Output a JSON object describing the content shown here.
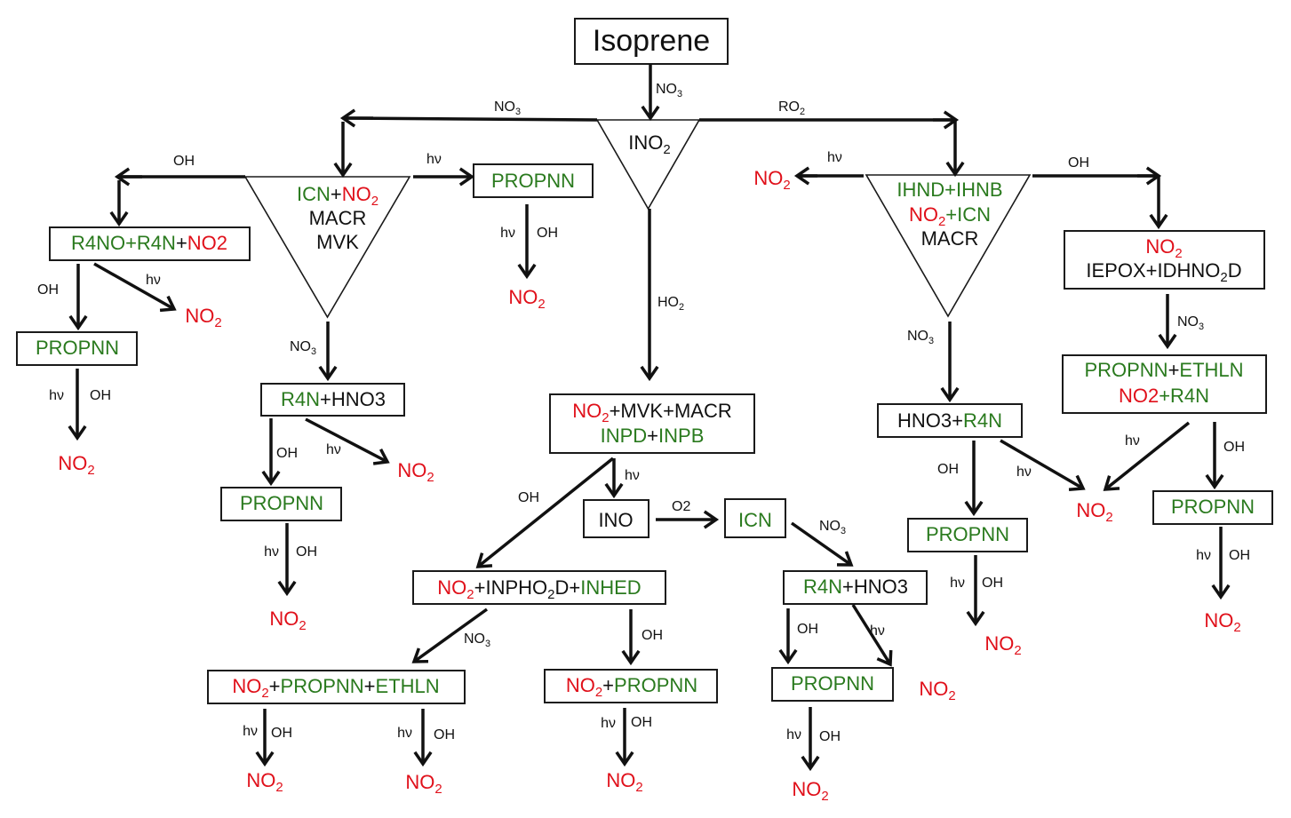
{
  "colors": {
    "black": "#111111",
    "green": "#2a7a1e",
    "red": "#e0101a"
  },
  "title": "Isoprene",
  "nodes": {
    "isoprene": [
      {
        "text": "Isoprene",
        "color": "black"
      }
    ],
    "ino2": [
      [
        {
          "text": "INO",
          "color": "black"
        },
        {
          "text": "2",
          "color": "black",
          "sub": true
        }
      ]
    ],
    "tri_left": [
      [
        {
          "text": "ICN",
          "color": "green"
        },
        {
          "text": "+",
          "color": "black"
        },
        {
          "text": "NO",
          "color": "red"
        },
        {
          "text": "2",
          "color": "red",
          "sub": true
        }
      ],
      [
        {
          "text": "MACR",
          "color": "black"
        }
      ],
      [
        {
          "text": "MVK",
          "color": "black"
        }
      ]
    ],
    "tri_right": [
      [
        {
          "text": "IHND+IHNB",
          "color": "green"
        }
      ],
      [
        {
          "text": "NO",
          "color": "red"
        },
        {
          "text": "2",
          "color": "red",
          "sub": true
        },
        {
          "text": "+ICN",
          "color": "green"
        }
      ],
      [
        {
          "text": "MACR",
          "color": "black"
        }
      ]
    ],
    "r4no_box": [
      [
        {
          "text": "R4NO+R4N",
          "color": "green"
        },
        {
          "text": "+",
          "color": "black"
        },
        {
          "text": "NO2",
          "color": "red"
        }
      ]
    ],
    "propnn_top": [
      [
        {
          "text": "PROPNN",
          "color": "green"
        }
      ]
    ],
    "propnn_left": [
      [
        {
          "text": "PROPNN",
          "color": "green"
        }
      ]
    ],
    "r4n_hno3_left": [
      [
        {
          "text": "R4N",
          "color": "green"
        },
        {
          "text": "+HNO3",
          "color": "black"
        }
      ]
    ],
    "propnn_left2": [
      [
        {
          "text": "PROPNN",
          "color": "green"
        }
      ]
    ],
    "center_box": [
      [
        {
          "text": "NO",
          "color": "red"
        },
        {
          "text": "2",
          "color": "red",
          "sub": true
        },
        {
          "text": "+MVK+MACR",
          "color": "black"
        }
      ],
      [
        {
          "text": "INPD",
          "color": "green"
        },
        {
          "text": "+",
          "color": "black"
        },
        {
          "text": "INPB",
          "color": "green"
        }
      ]
    ],
    "ino": [
      [
        {
          "text": "INO",
          "color": "black"
        }
      ]
    ],
    "icn": [
      [
        {
          "text": "ICN",
          "color": "green"
        }
      ]
    ],
    "inpho2d_box": [
      [
        {
          "text": "NO",
          "color": "red"
        },
        {
          "text": "2",
          "color": "red",
          "sub": true
        },
        {
          "text": "+INPHO",
          "color": "black"
        },
        {
          "text": "2",
          "color": "black",
          "sub": true
        },
        {
          "text": "D+",
          "color": "black"
        },
        {
          "text": "INHED",
          "color": "green"
        }
      ]
    ],
    "r4n_hno3_mid": [
      [
        {
          "text": "R4N",
          "color": "green"
        },
        {
          "text": "+HNO3",
          "color": "black"
        }
      ]
    ],
    "no2_propnn_ethln": [
      [
        {
          "text": "NO",
          "color": "red"
        },
        {
          "text": "2",
          "color": "red",
          "sub": true
        },
        {
          "text": "+",
          "color": "black"
        },
        {
          "text": "PROPNN",
          "color": "green"
        },
        {
          "text": "+",
          "color": "black"
        },
        {
          "text": "ETHLN",
          "color": "green"
        }
      ]
    ],
    "no2_propnn": [
      [
        {
          "text": "NO",
          "color": "red"
        },
        {
          "text": "2",
          "color": "red",
          "sub": true
        },
        {
          "text": "+",
          "color": "black"
        },
        {
          "text": "PROPNN",
          "color": "green"
        }
      ]
    ],
    "propnn_mid": [
      [
        {
          "text": "PROPNN",
          "color": "green"
        }
      ]
    ],
    "iepox_box": [
      [
        {
          "text": "NO",
          "color": "red"
        },
        {
          "text": "2",
          "color": "red",
          "sub": true
        }
      ],
      [
        {
          "text": "IEPOX+IDHNO",
          "color": "black"
        },
        {
          "text": "2",
          "color": "black",
          "sub": true
        },
        {
          "text": "D",
          "color": "black"
        }
      ]
    ],
    "hno3_r4n": [
      [
        {
          "text": "HNO3+",
          "color": "black"
        },
        {
          "text": "R4N",
          "color": "green"
        }
      ]
    ],
    "propnn_ethln_box": [
      [
        {
          "text": "PROPNN",
          "color": "green"
        },
        {
          "text": "+",
          "color": "black"
        },
        {
          "text": "ETHLN",
          "color": "green"
        }
      ],
      [
        {
          "text": "NO2",
          "color": "red"
        },
        {
          "text": "+R4N",
          "color": "green"
        }
      ]
    ],
    "propnn_r1": [
      [
        {
          "text": "PROPNN",
          "color": "green"
        }
      ]
    ],
    "propnn_r2": [
      [
        {
          "text": "PROPNN",
          "color": "green"
        }
      ]
    ]
  },
  "no2_terminal": [
    {
      "text": "NO",
      "color": "red"
    },
    {
      "text": "2",
      "color": "red",
      "sub": true
    }
  ],
  "labels": {
    "no3": [
      {
        "text": "NO"
      },
      {
        "text": "3",
        "sub": true
      }
    ],
    "ro2": [
      {
        "text": "RO"
      },
      {
        "text": "2",
        "sub": true
      }
    ],
    "ho2": [
      {
        "text": "HO"
      },
      {
        "text": "2",
        "sub": true
      }
    ],
    "oh": [
      {
        "text": "OH"
      }
    ],
    "hv": [
      {
        "text": "hν"
      }
    ],
    "o2": [
      {
        "text": "O2"
      }
    ]
  }
}
